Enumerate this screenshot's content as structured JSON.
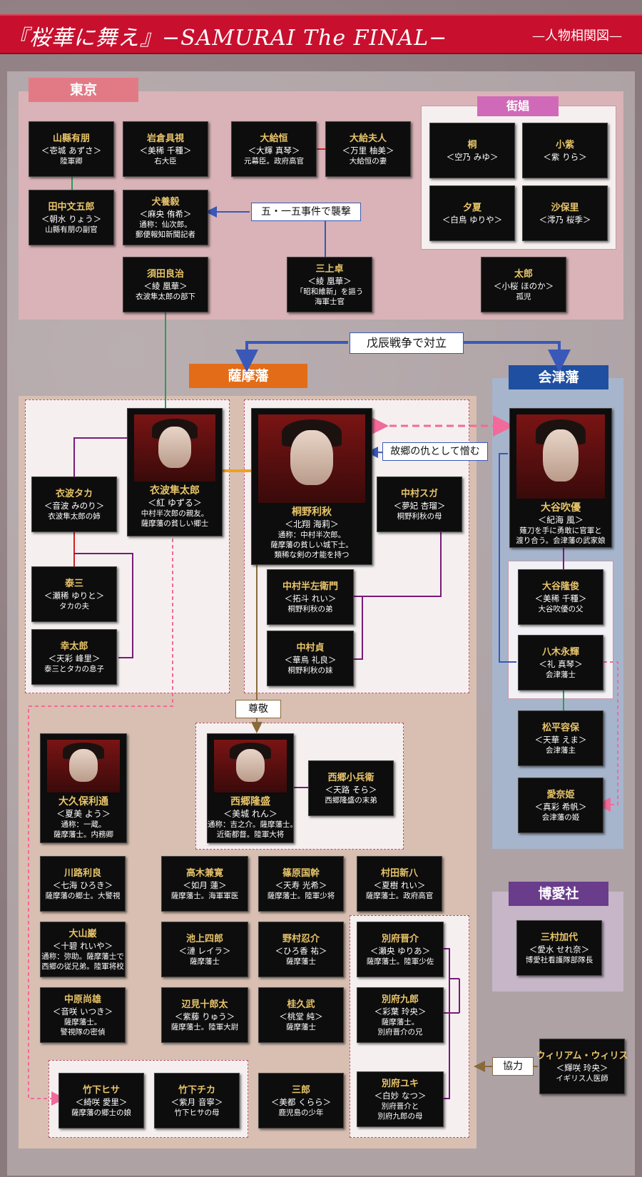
{
  "header": {
    "title": "『桜華に舞え』−SAMURAI The FINAL−",
    "subtitle": "—人物相関図—"
  },
  "labels": {
    "tokyo": "東京",
    "satsuma": "薩摩藩",
    "aizu": "会津藩",
    "hakuai": "博愛社",
    "gaisho": "街娼"
  },
  "notes": {
    "attack": "五・一五事件で襲撃",
    "boshin": "戊辰戦争で対立",
    "revenge": "故郷の仇として憎む",
    "respect": "尊敬",
    "cooperate": "協力"
  },
  "colors": {
    "header": "#c8102e",
    "tokyo_label": "#e27a86",
    "satsuma_label": "#e36c18",
    "aizu_label": "#1f4fa0",
    "hakuai_label": "#6a3c8c",
    "gaisho_label": "#d06ab8",
    "name_text": "#e8c46a"
  },
  "tokyo_people": [
    {
      "name": "山縣有朋",
      "actor": "＜壱城 あずさ＞",
      "desc": [
        "陸軍卿"
      ]
    },
    {
      "name": "岩倉具視",
      "actor": "＜美稀 千種＞",
      "desc": [
        "右大臣"
      ]
    },
    {
      "name": "大給恒",
      "actor": "＜大輝 真琴＞",
      "desc": [
        "元幕臣。政府高官"
      ]
    },
    {
      "name": "大給夫人",
      "actor": "＜万里 柚美＞",
      "desc": [
        "大給恒の妻"
      ]
    },
    {
      "name": "田中文五郎",
      "actor": "＜朝水 りょう＞",
      "desc": [
        "山縣有朋の副官"
      ]
    },
    {
      "name": "犬養毅",
      "actor": "＜麻央 侑希＞",
      "desc": [
        "通称：仙次郎。",
        "郵便報知新聞記者"
      ]
    },
    {
      "name": "須田良治",
      "actor": "＜綾 凰華＞",
      "desc": [
        "衣波隼太郎の部下"
      ]
    },
    {
      "name": "三上卓",
      "actor": "＜綾 凰華＞",
      "desc": [
        "「昭和維新」を謳う",
        "海軍士官"
      ]
    },
    {
      "name": "太郎",
      "actor": "＜小桜 ほのか＞",
      "desc": [
        "孤児"
      ]
    }
  ],
  "gaisho_people": [
    {
      "name": "桐",
      "actor": "＜空乃 みゆ＞",
      "desc": []
    },
    {
      "name": "小紫",
      "actor": "＜紫 りら＞",
      "desc": []
    },
    {
      "name": "夕夏",
      "actor": "＜白鳥 ゆりや＞",
      "desc": []
    },
    {
      "name": "沙保里",
      "actor": "＜澪乃 桜季＞",
      "desc": []
    }
  ],
  "main_people": [
    {
      "name": "衣波隼太郎",
      "actor": "＜紅 ゆずる＞",
      "desc": [
        "中村半次郎の親友。",
        "薩摩藩の貧しい郷士"
      ]
    },
    {
      "name": "桐野利秋",
      "actor": "＜北翔 海莉＞",
      "desc": [
        "通称：中村半次郎。",
        "薩摩藩の貧しい城下士。",
        "類稀な剣の才能を持つ"
      ]
    },
    {
      "name": "大谷吹優",
      "actor": "＜紀海 風＞",
      "desc": [
        "薙刀を手に勇敢に官軍と",
        "渡り合う。会津藩の武家娘"
      ]
    },
    {
      "name": "大久保利通",
      "actor": "＜夏美 よう＞",
      "desc": [
        "通称：一蔵。",
        "薩摩藩士。内務卿"
      ]
    },
    {
      "name": "西郷隆盛",
      "actor": "＜美城 れん＞",
      "desc": [
        "通称：吉之介。薩摩藩士。",
        "近衛都督。陸軍大将"
      ]
    }
  ],
  "satsuma_people": [
    {
      "name": "衣波タカ",
      "actor": "＜音波 みのり＞",
      "desc": [
        "衣波隼太郎の姉"
      ]
    },
    {
      "name": "泰三",
      "actor": "＜瀬稀 ゆりと＞",
      "desc": [
        "タカの夫"
      ]
    },
    {
      "name": "幸太郎",
      "actor": "＜天彩 峰里＞",
      "desc": [
        "泰三とタカの息子"
      ]
    },
    {
      "name": "中村スガ",
      "actor": "＜夢妃 杏瑠＞",
      "desc": [
        "桐野利秋の母"
      ]
    },
    {
      "name": "中村半左衛門",
      "actor": "＜拓斗 れい＞",
      "desc": [
        "桐野利秋の弟"
      ]
    },
    {
      "name": "中村貞",
      "actor": "＜華鳥 礼良＞",
      "desc": [
        "桐野利秋の妹"
      ]
    },
    {
      "name": "西郷小兵衛",
      "actor": "＜天路 そら＞",
      "desc": [
        "西郷隆盛の末弟"
      ]
    },
    {
      "name": "川路利良",
      "actor": "＜七海 ひろき＞",
      "desc": [
        "薩摩藩の郷士。大警視"
      ]
    },
    {
      "name": "高木兼寛",
      "actor": "＜如月 蓮＞",
      "desc": [
        "薩摩藩士。海軍軍医"
      ]
    },
    {
      "name": "篠原国幹",
      "actor": "＜天寿 光希＞",
      "desc": [
        "薩摩藩士。陸軍少将"
      ]
    },
    {
      "name": "村田新八",
      "actor": "＜夏樹 れい＞",
      "desc": [
        "薩摩藩士。政府高官"
      ]
    },
    {
      "name": "大山巌",
      "actor": "＜十碧 れいや＞",
      "desc": [
        "通称：弥助。薩摩藩士で",
        "西郷の従兄弟。陸軍将校"
      ]
    },
    {
      "name": "池上四郎",
      "actor": "＜漣 レイラ＞",
      "desc": [
        "薩摩藩士"
      ]
    },
    {
      "name": "野村忍介",
      "actor": "＜ひろ香 祐＞",
      "desc": [
        "薩摩藩士"
      ]
    },
    {
      "name": "別府晋介",
      "actor": "＜瀬央 ゆりあ＞",
      "desc": [
        "薩摩藩士。陸軍少佐"
      ]
    },
    {
      "name": "中原尚雄",
      "actor": "＜音咲 いつき＞",
      "desc": [
        "薩摩藩士。",
        "警視隊の密偵"
      ]
    },
    {
      "name": "辺見十郎太",
      "actor": "＜紫藤 りゅう＞",
      "desc": [
        "薩摩藩士。陸軍大尉"
      ]
    },
    {
      "name": "桂久武",
      "actor": "＜桃堂 純＞",
      "desc": [
        "薩摩藩士"
      ]
    },
    {
      "name": "別府九郎",
      "actor": "＜彩葉 玲央＞",
      "desc": [
        "薩摩藩士。",
        "別府晋介の兄"
      ]
    },
    {
      "name": "竹下ヒサ",
      "actor": "＜綺咲 愛里＞",
      "desc": [
        "薩摩藩の郷士の娘"
      ]
    },
    {
      "name": "竹下チカ",
      "actor": "＜紫月 音寧＞",
      "desc": [
        "竹下ヒサの母"
      ]
    },
    {
      "name": "三郎",
      "actor": "＜美都 くらら＞",
      "desc": [
        "鹿児島の少年"
      ]
    },
    {
      "name": "別府ユキ",
      "actor": "＜白妙 なつ＞",
      "desc": [
        "別府晋介と",
        "別府九郎の母"
      ]
    }
  ],
  "aizu_people": [
    {
      "name": "大谷隆俊",
      "actor": "＜美稀 千種＞",
      "desc": [
        "大谷吹優の父"
      ]
    },
    {
      "name": "八木永輝",
      "actor": "＜礼 真琴＞",
      "desc": [
        "会津藩士"
      ]
    },
    {
      "name": "松平容保",
      "actor": "＜天華 えま＞",
      "desc": [
        "会津藩主"
      ]
    },
    {
      "name": "愛奈姫",
      "actor": "＜真彩 希帆＞",
      "desc": [
        "会津藩の姫"
      ]
    }
  ],
  "hakuai_people": [
    {
      "name": "三村加代",
      "actor": "＜愛水 せれ奈＞",
      "desc": [
        "博愛社看護隊部隊長"
      ]
    }
  ],
  "outside_people": [
    {
      "name": "ウィリアム・ウィリス",
      "actor": "＜輝咲 玲央＞",
      "desc": [
        "イギリス人医師"
      ]
    }
  ]
}
